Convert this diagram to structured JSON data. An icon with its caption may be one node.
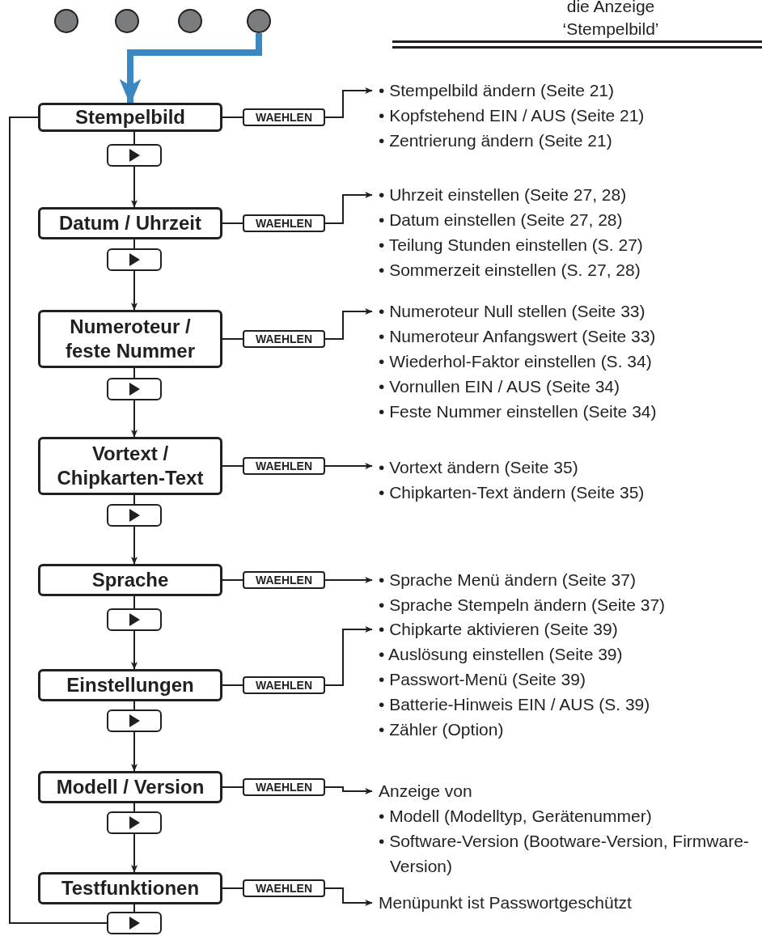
{
  "diagram": {
    "nodes": [
      {
        "text": [],
        "shape": "circle"
      },
      {
        "text": [],
        "shape": "circle"
      },
      {
        "text": [],
        "shape": "circle"
      },
      {
        "text": [],
        "shape": "circle"
      },
      {
        "text": [
          "Stempelbild"
        ]
      },
      {
        "text": [
          "WAEHLEN"
        ]
      },
      {
        "text": [
          "• Stempelbild ändern (Seite 21)",
          "• Kopfstehend EIN / AUS (Seite 21)",
          "• Zentrierung ändern (Seite 21)"
        ]
      },
      {
        "text": [],
        "shape": "box"
      },
      {
        "text": [
          "Datum / Uhrzeit"
        ]
      },
      {
        "text": [
          "WAEHLEN"
        ]
      },
      {
        "text": [
          "• Uhrzeit einstellen (Seite 27, 28)",
          "• Datum einstellen (Seite 27, 28)",
          "• Teilung Stunden einstellen (S. 27)",
          "• Sommerzeit einstellen (S. 27, 28)"
        ]
      },
      {
        "text": [],
        "shape": "box"
      },
      {
        "text": [
          "Numeroteur / feste Nummer"
        ]
      },
      {
        "text": [
          "WAEHLEN"
        ]
      },
      {
        "text": [
          "• Numeroteur Null stellen (Seite 33)",
          "• Numeroteur Anfangswert (Seite 33)",
          "• Wiederhol-Faktor einstellen (S. 34)",
          "• Vornullen EIN / AUS (Seite 34)",
          "• Feste Nummer einstellen (Seite 34)"
        ]
      },
      {
        "text": [],
        "shape": "box"
      },
      {
        "text": [
          "Vortext / Chipkarten-Text"
        ]
      },
      {
        "text": [
          "WAEHLEN"
        ]
      },
      {
        "text": [
          "• Vortext ändern (Seite 35)",
          "• Chipkarten-Text ändern (Seite 35)"
        ]
      },
      {
        "text": [],
        "shape": "box"
      },
      {
        "text": [
          "Sprache"
        ]
      },
      {
        "text": [
          "WAEHLEN"
        ]
      },
      {
        "text": [
          "• Sprache Menü ändern (Seite 37)",
          "• Sprache Stempeln ändern (Seite 37)"
        ]
      },
      {
        "text": [],
        "shape": "box"
      },
      {
        "text": [
          "Einstellungen"
        ]
      },
      {
        "text": [
          "WAEHLEN"
        ]
      },
      {
        "text": [
          "• Chipkarte aktivieren (Seite 39)",
          "• Auslösung einstellen (Seite 39)",
          "• Passwort-Menü (Seite 39)",
          "• Batterie-Hinweis EIN / AUS (S. 39)",
          "• Zähler (Option)"
        ]
      },
      {
        "text": [],
        "shape": "box"
      },
      {
        "text": [
          "Modell / Version"
        ]
      },
      {
        "text": [
          "WAEHLEN"
        ]
      },
      {
        "text": [
          "Anzeige von",
          "• Modell (Modelltyp, Gerätenummer)",
          "• Software-Version (Bootware-Version, Firmware-Version)"
        ]
      },
      {
        "text": [],
        "shape": "box"
      },
      {
        "text": [
          "Testfunktionen"
        ]
      },
      {
        "text": [
          "WAEHLEN"
        ]
      },
      {
        "text": [
          "Menüpunkt ist Passwortgeschützt"
        ]
      },
      {
        "text": [],
        "shape": "box"
      }
    ],
    "edges": [
      {
        "from": 3,
        "to": 4,
        "arrow": "to",
        "style": "thick",
        "color": "#3b87c2"
      },
      {
        "from": 4,
        "to": 5,
        "arrow": "none"
      },
      {
        "from": 5,
        "to": 6,
        "arrow": "to"
      },
      {
        "from": 4,
        "to": 7,
        "arrow": "none"
      },
      {
        "from": 7,
        "to": 8,
        "arrow": "to"
      },
      {
        "from": 8,
        "to": 9,
        "arrow": "none"
      },
      {
        "from": 9,
        "to": 10,
        "arrow": "to"
      },
      {
        "from": 8,
        "to": 11,
        "arrow": "none"
      },
      {
        "from": 11,
        "to": 12,
        "arrow": "to"
      },
      {
        "from": 12,
        "to": 13,
        "arrow": "none"
      },
      {
        "from": 13,
        "to": 14,
        "arrow": "to"
      },
      {
        "from": 12,
        "to": 15,
        "arrow": "none"
      },
      {
        "from": 15,
        "to": 16,
        "arrow": "to"
      },
      {
        "from": 16,
        "to": 17,
        "arrow": "none"
      },
      {
        "from": 17,
        "to": 18,
        "arrow": "to"
      },
      {
        "from": 16,
        "to": 19,
        "arrow": "none"
      },
      {
        "from": 19,
        "to": 20,
        "arrow": "to"
      },
      {
        "from": 20,
        "to": 21,
        "arrow": "none"
      },
      {
        "from": 21,
        "to": 22,
        "arrow": "to"
      },
      {
        "from": 20,
        "to": 23,
        "arrow": "none"
      },
      {
        "from": 23,
        "to": 24,
        "arrow": "to"
      },
      {
        "from": 24,
        "to": 25,
        "arrow": "none"
      },
      {
        "from": 25,
        "to": 26,
        "arrow": "to"
      },
      {
        "from": 24,
        "to": 27,
        "arrow": "none"
      },
      {
        "from": 27,
        "to": 28,
        "arrow": "to"
      },
      {
        "from": 28,
        "to": 29,
        "arrow": "none"
      },
      {
        "from": 29,
        "to": 30,
        "arrow": "to"
      },
      {
        "from": 28,
        "to": 31,
        "arrow": "none"
      },
      {
        "from": 31,
        "to": 32,
        "arrow": "to"
      },
      {
        "from": 32,
        "to": 33,
        "arrow": "none"
      },
      {
        "from": 33,
        "to": 34,
        "arrow": "to"
      },
      {
        "from": 32,
        "to": 35,
        "arrow": "none"
      },
      {
        "from": 35,
        "to": 4,
        "arrow": "none"
      }
    ],
    "labels": [
      "die Anzeige",
      "‘Stempelbild’"
    ]
  }
}
